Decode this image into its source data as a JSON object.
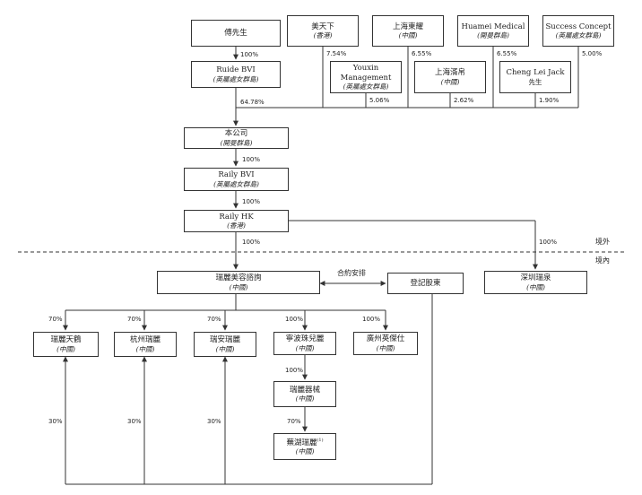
{
  "entities": {
    "fu": {
      "name": "傅先生",
      "jur": ""
    },
    "mei": {
      "name": "美天下",
      "jur": "(香港)"
    },
    "sh_dong": {
      "name": "上海東耀",
      "jur": "(中國)"
    },
    "huamei": {
      "name": "Huamei Medical",
      "jur": "(開曼群島)"
    },
    "success": {
      "name": "Success Concept",
      "jur": "(英屬處女群島)"
    },
    "ruide": {
      "name": "Ruide BVI",
      "jur": "(英屬處女群島)"
    },
    "youxin": {
      "name": "Youxin Management",
      "jur": "(英屬處女群島)"
    },
    "sh_xu": {
      "name": "上海湑帛",
      "jur": "(中國)"
    },
    "cheng": {
      "name": "Cheng Lei Jack",
      "jur": "先生"
    },
    "company": {
      "name": "本公司",
      "jur": "(開曼群島)"
    },
    "raily_bvi": {
      "name": "Raily BVI",
      "jur": "(英屬處女群島)"
    },
    "raily_hk": {
      "name": "Raily HK",
      "jur": "(香港)"
    },
    "ruili_mr": {
      "name": "瑞麗美容諮詢",
      "jur": "(中國)"
    },
    "registered": {
      "name": "登記股東",
      "jur": ""
    },
    "shenzhen": {
      "name": "深圳瑞泉",
      "jur": "(中國)"
    },
    "tianhe": {
      "name": "瑞麗天鶴",
      "jur": "(中國)"
    },
    "hangzhou": {
      "name": "杭州瑞麗",
      "jur": "(中國)"
    },
    "ruian": {
      "name": "瑞安瑞麗",
      "jur": "(中國)"
    },
    "ningbo": {
      "name": "寧波珠兒麗",
      "jur": "(中國)"
    },
    "guangzhou": {
      "name": "廣州英傑仕",
      "jur": "(中國)"
    },
    "qixie": {
      "name": "瑞麗器械",
      "jur": "(中國)"
    },
    "huzhou": {
      "name": "蕪湖瑞麗",
      "jur": "(中國)",
      "note": "(1)"
    }
  },
  "percentages": {
    "fu_ruide": "100%",
    "mei": "7.54%",
    "sh_dong": "6.55%",
    "huamei": "6.55%",
    "success": "5.00%",
    "ruide_company": "64.78%",
    "youxin": "5.06%",
    "sh_xu": "2.62%",
    "cheng": "1.90%",
    "company_bvi": "100%",
    "bvi_hk": "100%",
    "hk_mr": "100%",
    "hk_shenzhen": "100%",
    "tianhe": "70%",
    "hangzhou": "70%",
    "ruian": "70%",
    "ningbo": "100%",
    "guangzhou": "100%",
    "ningbo_qixie": "100%",
    "qixie_huzhou": "70%",
    "reg_tianhe": "30%",
    "reg_hangzhou": "30%",
    "reg_ruian": "30%"
  },
  "labels": {
    "contract": "合約安排",
    "offshore": "境外",
    "onshore": "境內"
  }
}
